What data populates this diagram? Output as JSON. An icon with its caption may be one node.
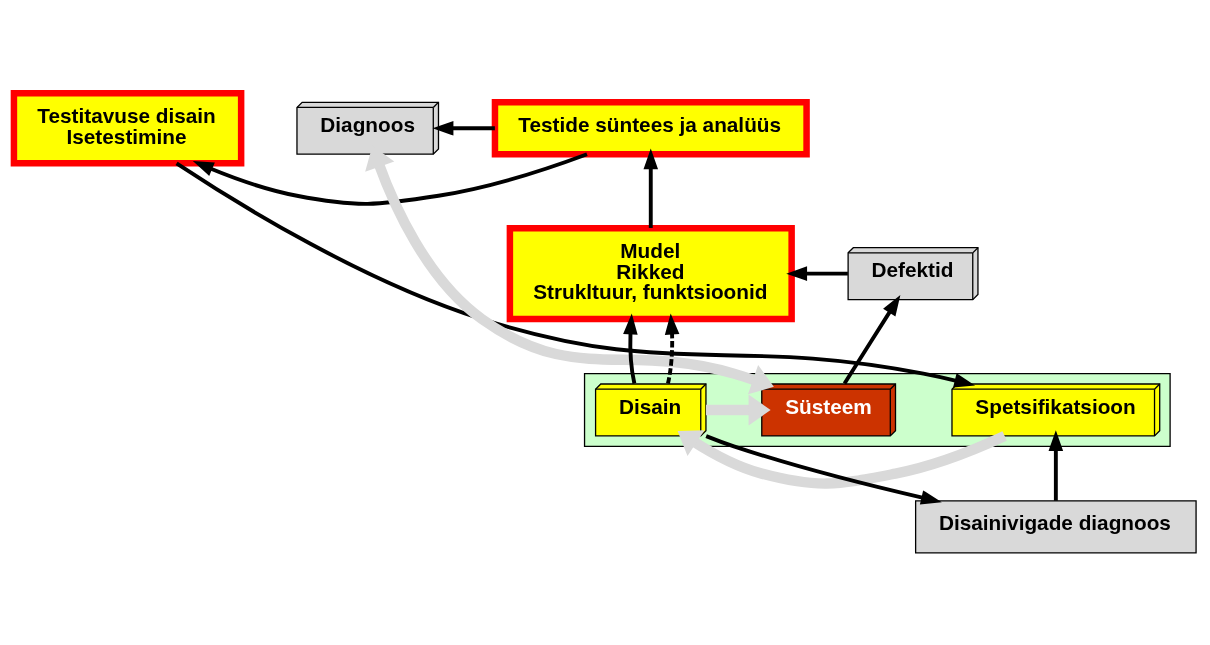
{
  "diagram": {
    "nodes": [
      {
        "text": [
          "Testitavuse disain",
          "Isetestimine"
        ]
      },
      {
        "text": [
          "Testide süntees ja analüüs"
        ]
      },
      {
        "text": [
          "Diagnoos"
        ]
      },
      {
        "text": [
          "Mudel",
          "Rikked",
          "Strukltuur, funktsioonid"
        ]
      },
      {
        "text": [
          "Defektid"
        ]
      },
      {
        "text": [],
        "shape": "box"
      },
      {
        "text": [
          "Spetsifikatsioon"
        ],
        "in": 5
      },
      {
        "text": [
          "Disain"
        ],
        "in": 5
      },
      {
        "text": [
          "Süsteem"
        ],
        "in": 5
      },
      {
        "text": [
          "Disainivigade diagnoos"
        ]
      }
    ],
    "edges": [
      {
        "from": 1,
        "to": 0,
        "arrow": "to"
      },
      {
        "from": 1,
        "to": 2,
        "arrow": "to"
      },
      {
        "from": 3,
        "to": 1,
        "arrow": "to"
      },
      {
        "from": 2,
        "to": 8,
        "arrow": "both",
        "style": "thick",
        "color": "#d9d9d9"
      },
      {
        "from": 4,
        "to": 3,
        "arrow": "to"
      },
      {
        "from": 8,
        "to": 4,
        "arrow": "to"
      },
      {
        "from": 0,
        "to": 6,
        "arrow": "to"
      },
      {
        "from": 7,
        "to": 3,
        "arrow": "to"
      },
      {
        "from": 7,
        "to": 3,
        "arrow": "to",
        "style": "dashed"
      },
      {
        "from": 6,
        "to": 7,
        "arrow": "to",
        "style": "thick",
        "color": "#d9d9d9"
      },
      {
        "from": 7,
        "to": 8,
        "arrow": "to",
        "style": "thick",
        "color": "#d9d9d9"
      },
      {
        "from": 7,
        "to": 9,
        "arrow": "to"
      },
      {
        "from": 9,
        "to": 6,
        "arrow": "to"
      }
    ]
  }
}
